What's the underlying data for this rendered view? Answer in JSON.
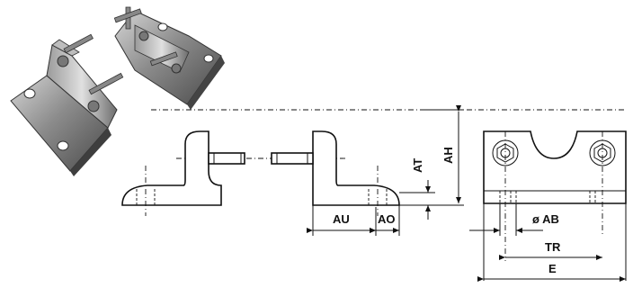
{
  "figure": {
    "photo": {
      "items": [
        "bracket-left-photo",
        "bracket-right-photo"
      ]
    },
    "dimensions": {
      "AH": "AH",
      "AT": "AT",
      "AU": "AU",
      "AO": "AO",
      "AB": "ø AB",
      "TR": "TR",
      "E": "E"
    }
  }
}
